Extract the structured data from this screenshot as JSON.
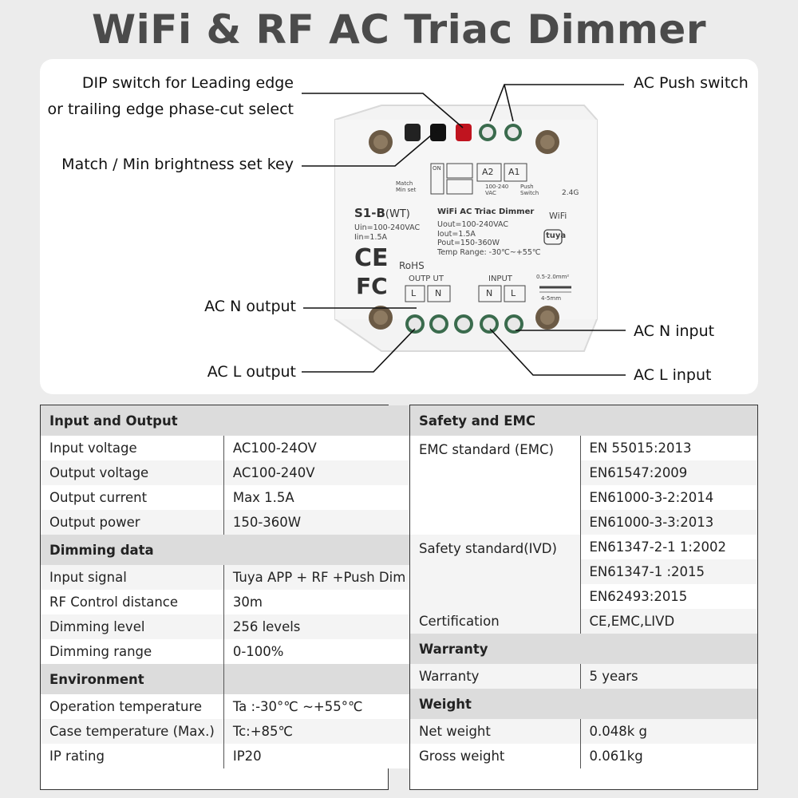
{
  "title": "WiFi & RF AC Triac Dimmer",
  "callouts": {
    "dip_line1": "DIP switch for Leading edge",
    "dip_line2": "or trailing edge phase-cut select",
    "match_key": "Match / Min brightness set key",
    "ac_push": "AC Push switch",
    "ac_n_output": "AC N output",
    "ac_l_output": "AC L output",
    "ac_n_input": "AC N input",
    "ac_l_input": "AC L input"
  },
  "device_label": {
    "model": "S1-B",
    "model_suffix": "(WT)",
    "name": "WiFi AC Triac Dimmer",
    "uin": "Uin=100-240VAC",
    "iin": "Iin=1.5A",
    "uout": "Uout=100-240VAC",
    "iout": "Iout=1.5A",
    "pout": "Pout=150-360W",
    "temp": "Temp Range: -30℃~+55℃",
    "ce": "CE",
    "rohs": "RoHS",
    "fc": "FC",
    "output": "OUTP UT",
    "input": "INPUT",
    "l": "L",
    "n": "N",
    "a2": "A2",
    "a1": "A1",
    "vac": "100-240 VAC",
    "push": "Push Switch",
    "on": "ON",
    "match": "Match Min set",
    "band": "2.4G",
    "wifi": "WiFi",
    "tuya": "tuya",
    "wire": "0.5-2.0mm²",
    "strip": "4-5mm"
  },
  "left_table": {
    "sections": [
      {
        "title": "Input and Output",
        "rows": [
          {
            "key": "Input voltage",
            "value": "AC100-24OV"
          },
          {
            "key": "Output voltage",
            "value": "AC100-240V"
          },
          {
            "key": "Output current",
            "value": "Max 1.5A"
          },
          {
            "key": "Output power",
            "value": "150-360W"
          }
        ]
      },
      {
        "title": "Dimming data",
        "rows": [
          {
            "key": "Input signal",
            "value": "Tuya APP + RF +Push Dim"
          },
          {
            "key": "RF Control distance",
            "value": "30m"
          },
          {
            "key": "Dimming level",
            "value": "256 levels"
          },
          {
            "key": "Dimming range",
            "value": "0-100%"
          }
        ]
      },
      {
        "title": "Environment",
        "rows": [
          {
            "key": "Operation temperature",
            "value": "Ta :-30°℃ ~+55°℃"
          },
          {
            "key": "Case temperature (Max.)",
            "value": "Tc:+85℃"
          },
          {
            "key": "IP rating",
            "value": "IP20"
          }
        ]
      }
    ]
  },
  "right_table": {
    "safety_title": "Safety and EMC",
    "emc_key": "EMC standard (EMC)",
    "emc_values": [
      "EN 55015:2013",
      "EN61547:2009",
      "EN61000-3-2:2014",
      "EN61000-3-3:2013"
    ],
    "safety_key": "Safety standard(IVD)",
    "safety_values": [
      "EN61347-2-1 1:2002",
      "EN61347-1 :2015",
      "EN62493:2015"
    ],
    "cert_key": "Certification",
    "cert_value": "CE,EMC,LIVD",
    "warranty_title": "Warranty",
    "warranty_key": "Warranty",
    "warranty_value": "5 years",
    "weight_title": "Weight",
    "net_key": "Net weight",
    "net_value": "0.048k g",
    "gross_key": "Gross weight",
    "gross_value": "0.061kg"
  }
}
